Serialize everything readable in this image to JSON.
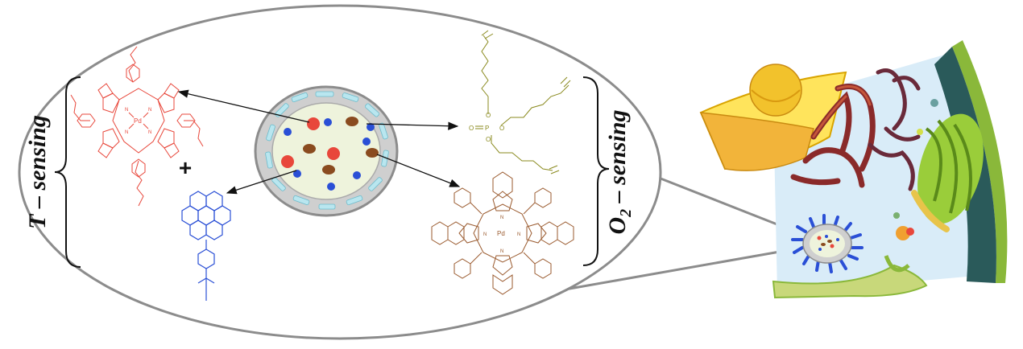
{
  "labels": {
    "t_sensing": "T – sensing",
    "o2_sensing_prefix": "O",
    "o2_sensing_sub": "2",
    "o2_sensing_suffix": " – sensing",
    "plus": "+"
  },
  "molecules": {
    "pd_porphyrin_red": {
      "metal": "Pd",
      "n": "N"
    },
    "phosphate": {
      "o": "O",
      "p": "P"
    },
    "pd_porphyrin_brown": {
      "metal": "Pd",
      "n": "N"
    }
  },
  "colors": {
    "red_molecule": "#e8473b",
    "blue_molecule": "#2a4fd6",
    "olive_molecule": "#8a8a1e",
    "brown_molecule": "#9a5a2e",
    "ellipse_stroke": "#8c8c8c",
    "nanoparticle_core": "#eef3dc",
    "nanoparticle_shell": "#cfcfcf",
    "shell_rods": "#b9e6ef"
  },
  "icons": [
    "cell-illustration",
    "nanoparticle-icon"
  ]
}
